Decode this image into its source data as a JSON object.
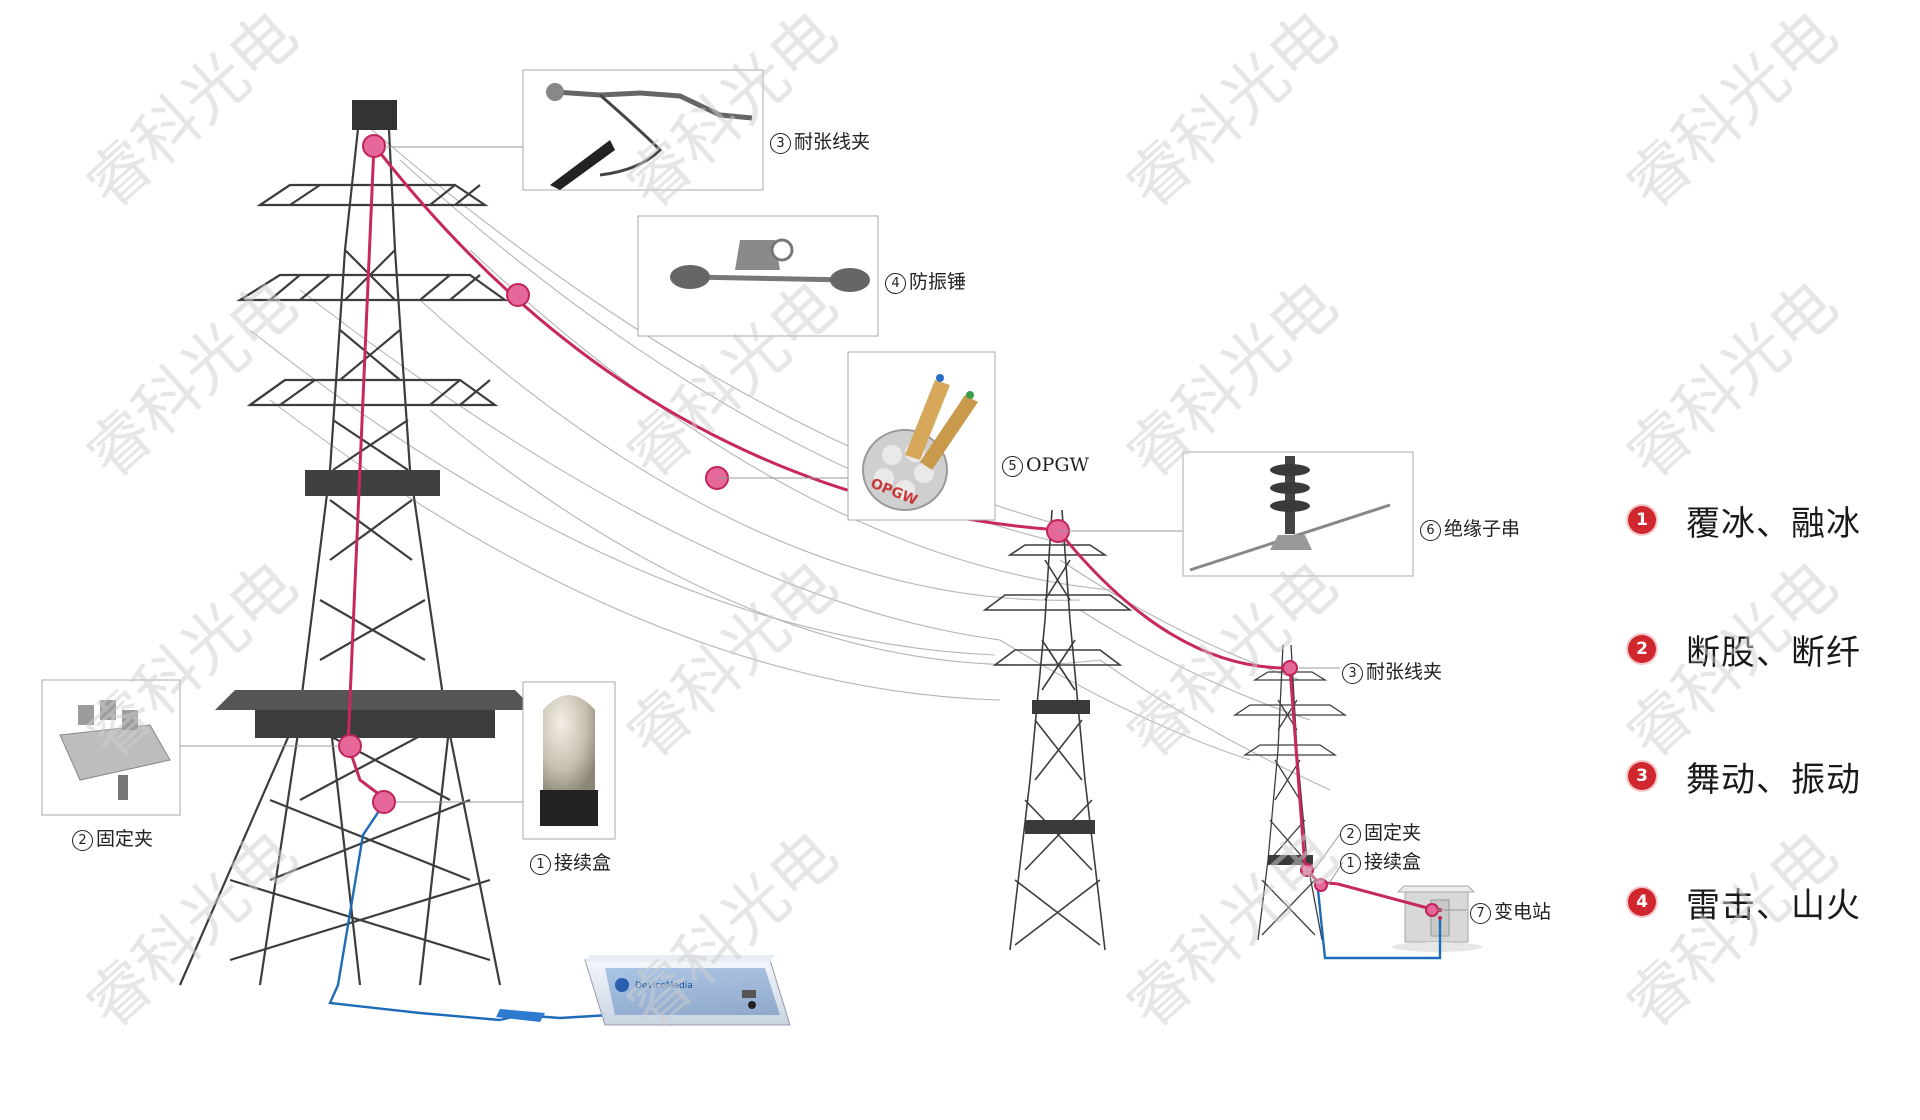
{
  "colors": {
    "fiber": "#c8285a",
    "node": "#e6679a",
    "node_stroke": "#c0245a",
    "cable_blue": "#1e6bb8",
    "legend_badge": "#d0262e",
    "steel": "#555555"
  },
  "components": [
    {
      "num": "3",
      "label": "耐张线夹",
      "icon": "tension-clamp-photo"
    },
    {
      "num": "4",
      "label": "防振锤",
      "icon": "vibration-damper-photo"
    },
    {
      "num": "5",
      "label": "OPGW",
      "icon": "opgw-cable-cross-section-photo"
    },
    {
      "num": "6",
      "label": "绝缘子串",
      "icon": "insulator-string-photo"
    },
    {
      "num": "2",
      "label": "固定夹",
      "icon": "fixing-clamp-photo"
    },
    {
      "num": "1",
      "label": "接续盒",
      "icon": "splice-box-photo"
    }
  ],
  "small_tower_labels": [
    {
      "num": "3",
      "label": "耐张线夹"
    },
    {
      "num": "2",
      "label": "固定夹"
    },
    {
      "num": "1",
      "label": "接续盒"
    },
    {
      "num": "7",
      "label": "变电站"
    }
  ],
  "opgw_label_text": "OPGW",
  "device_brand": "DeviceMedia",
  "legend": [
    {
      "num": "1",
      "text": "覆冰、融冰"
    },
    {
      "num": "2",
      "text": "断股、断纤"
    },
    {
      "num": "3",
      "text": "舞动、振动"
    },
    {
      "num": "4",
      "text": "雷击、山火"
    }
  ],
  "watermark": "睿科光电"
}
